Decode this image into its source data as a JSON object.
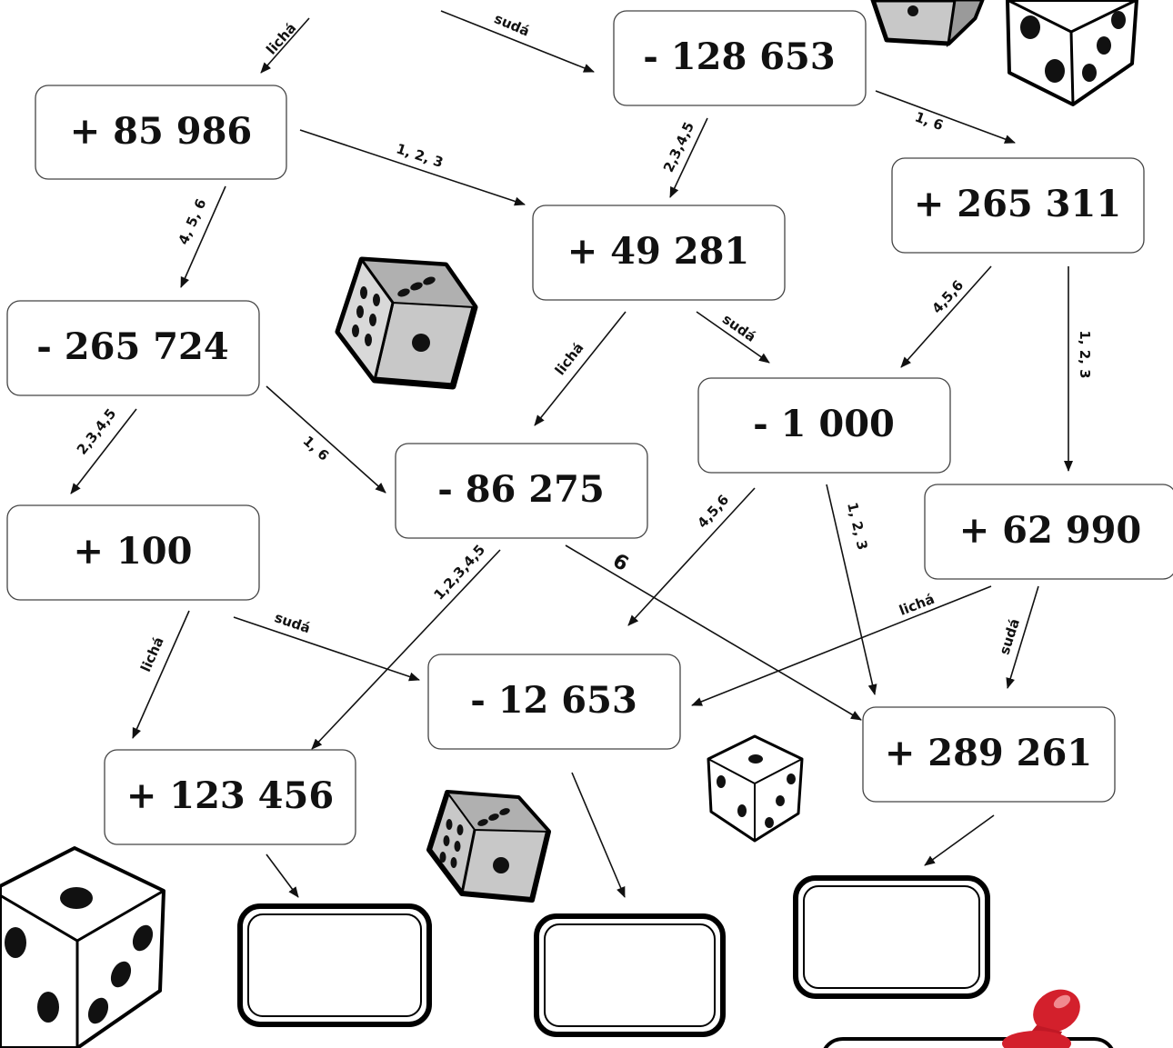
{
  "boxes": {
    "b1": "+ 85 986",
    "b2": "- 128 653",
    "b3": "+ 265 311",
    "b4": "+ 49 281",
    "b5": "- 265 724",
    "b6": "- 1 000",
    "b7": "- 86 275",
    "b8": "+ 62 990",
    "b9": "+ 100",
    "b10": "- 12 653",
    "b11": "+ 289 261",
    "b12": "+ 123 456"
  },
  "edges": {
    "e1": "lichá",
    "e2": "sudá",
    "e3": "1, 2, 3",
    "e4": "2,3,4,5",
    "e5": "1, 6",
    "e6": "4, 5, 6",
    "e7": "sudá",
    "e8": "lichá",
    "e9": "4,5,6",
    "e10": "1, 2, 3",
    "e11": "2,3,4,5",
    "e12": "1, 6",
    "e13": "4,5,6",
    "e14": "1, 2, 3",
    "e15": "6",
    "e16": "1,2,3,4,5",
    "e17": "lichá",
    "e18": "sudá",
    "e19": "lichá",
    "e20": "sudá"
  },
  "colors": {
    "pin": "#d3202c",
    "die_gray": "#c8c8c8",
    "die_white": "#ffffff"
  }
}
